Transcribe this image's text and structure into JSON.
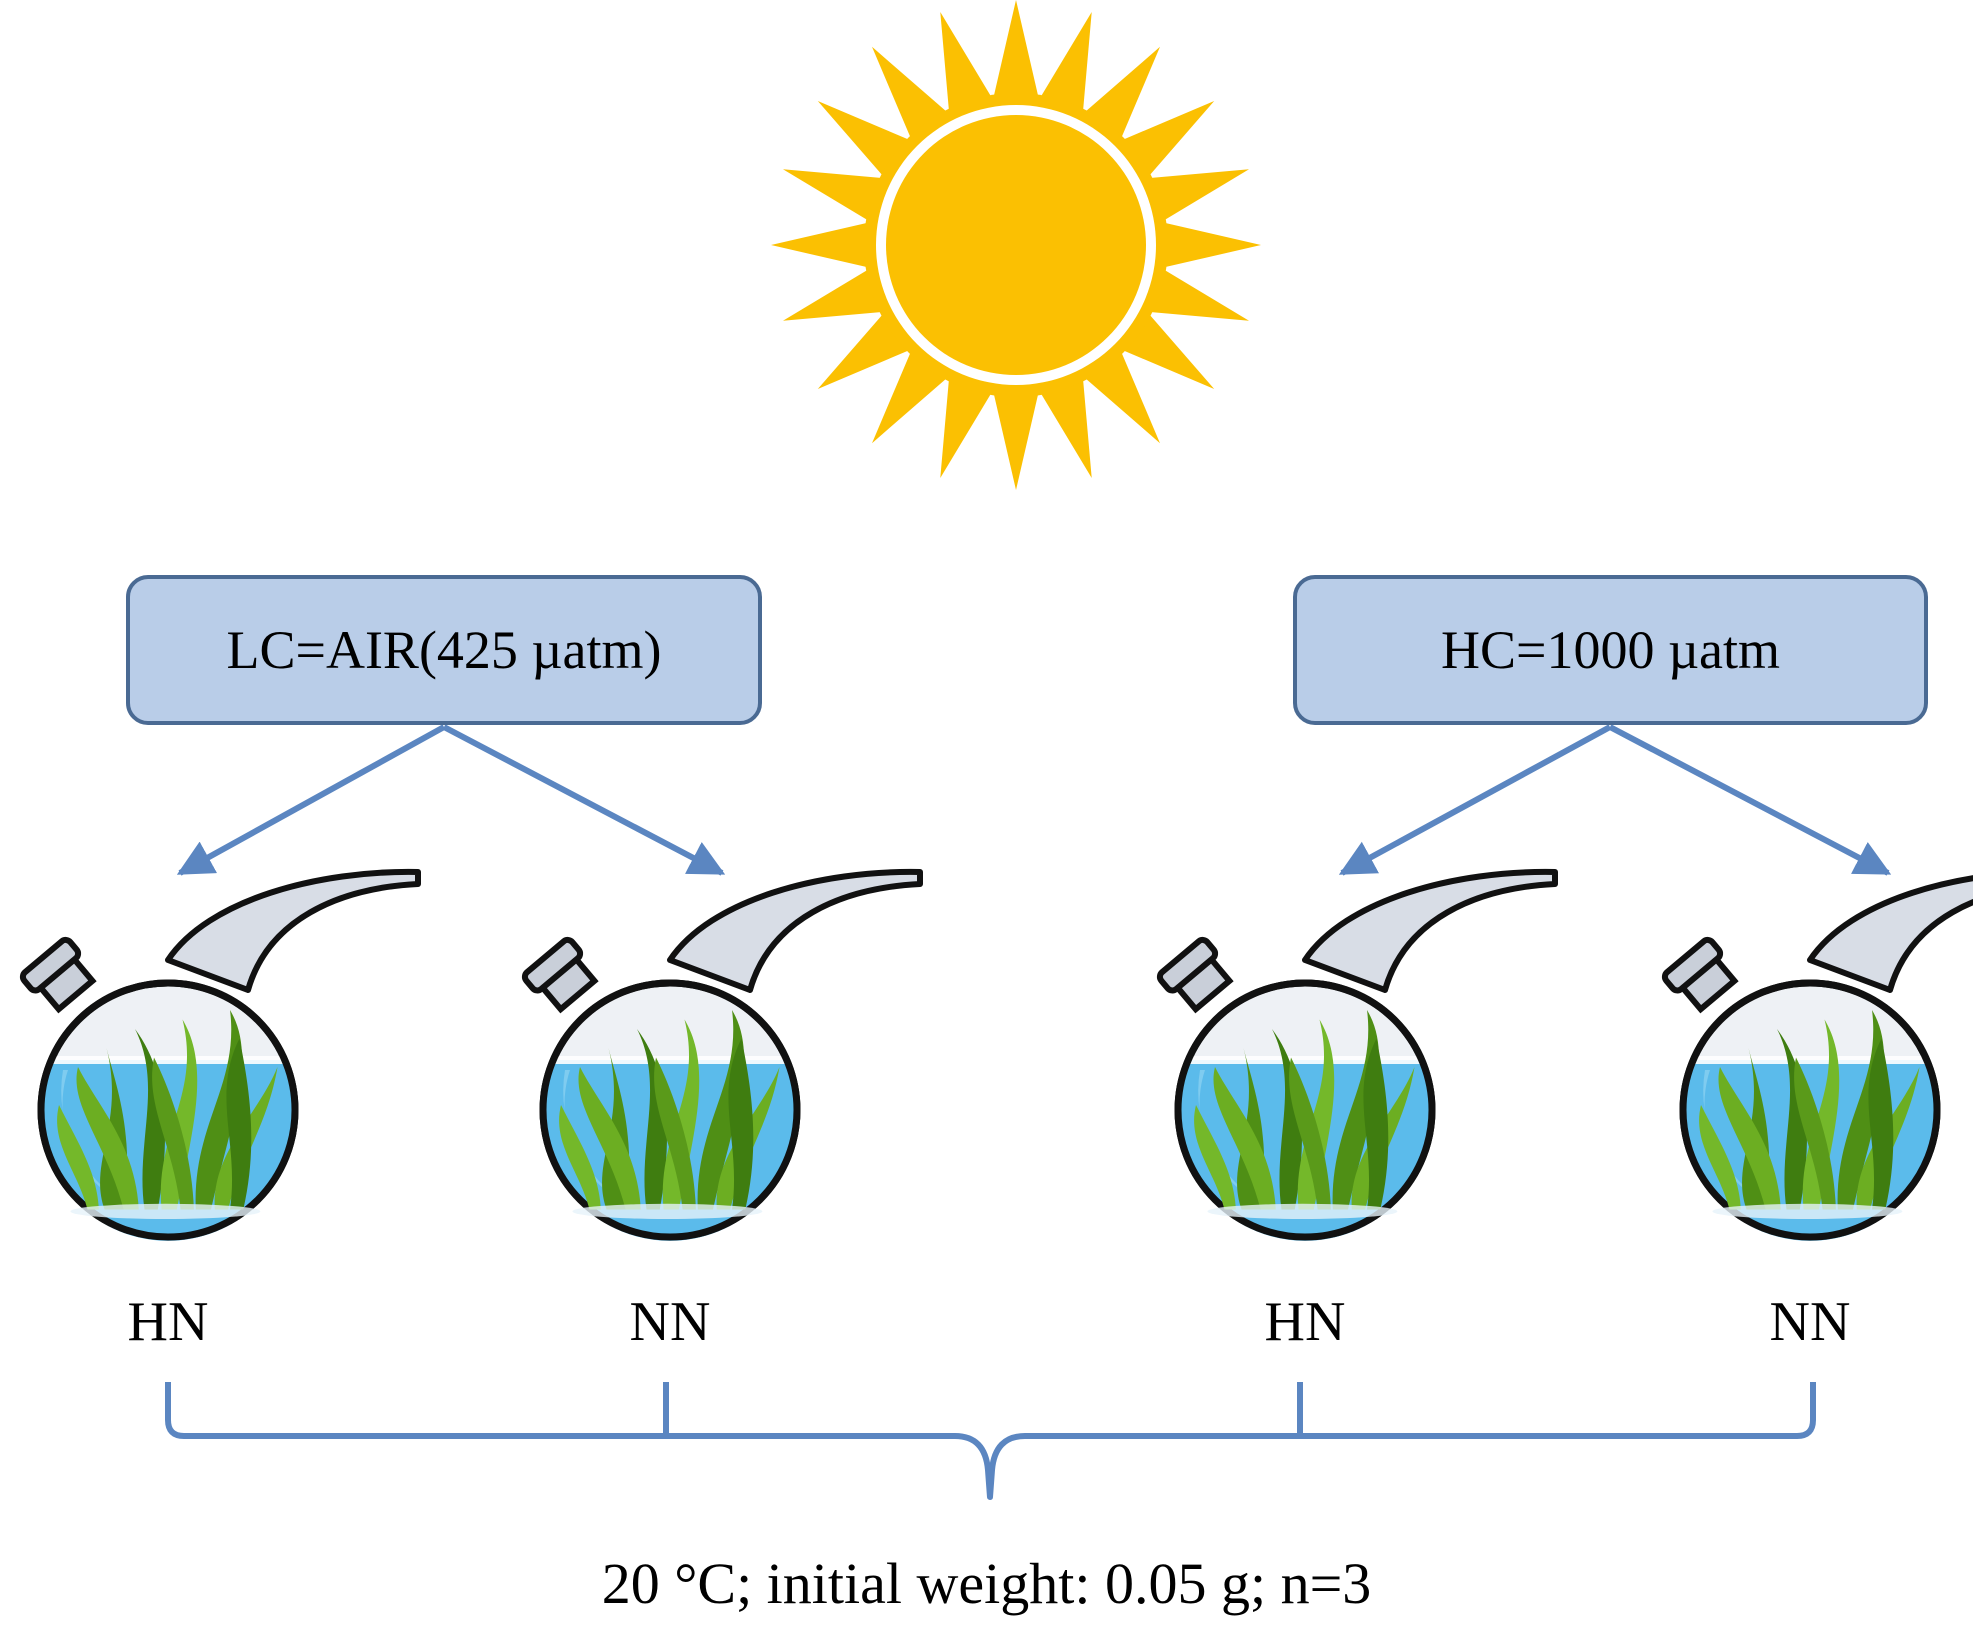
{
  "conditions": [
    {
      "label": "LC=AIR(425 µatm)"
    },
    {
      "label": "HC=1000 µatm"
    }
  ],
  "flask_labels": [
    "HN",
    "NN",
    "HN",
    "NN"
  ],
  "caption": "20 °C; initial weight: 0.05 g; n=3",
  "colors": {
    "sun": "#fbc002",
    "box_fill": "#b9cde8",
    "box_border": "#4a6a93",
    "arrow": "#5b86c1",
    "water": "#5bbbeb",
    "glass": "#d8dde6",
    "plant": "#5a9a1a"
  }
}
